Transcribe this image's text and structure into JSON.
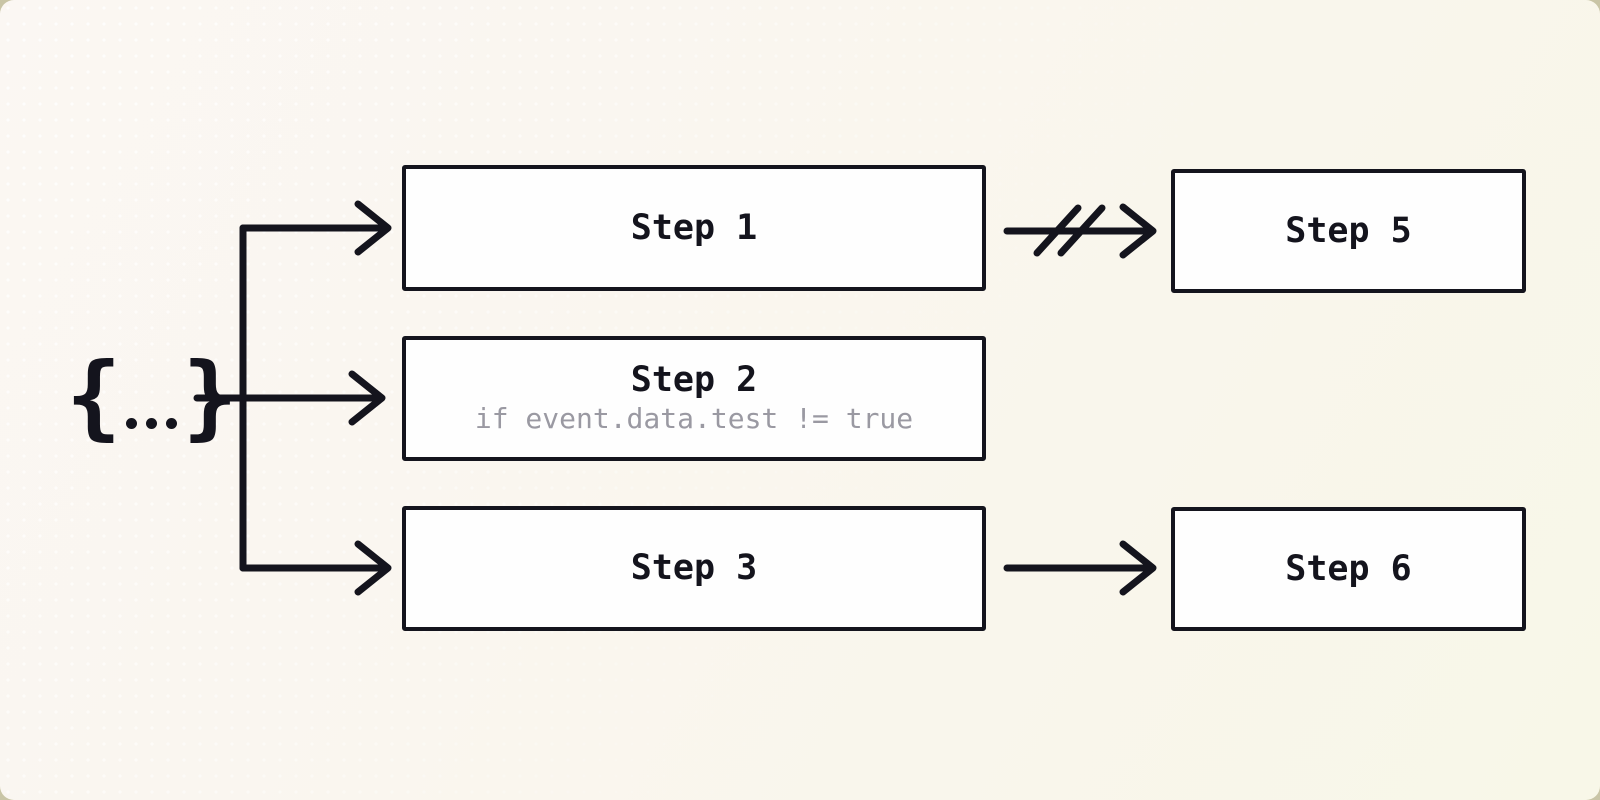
{
  "colors": {
    "ink": "#14141d",
    "node_fill": "#fefefe",
    "subtitle_gray": "#9a99a2",
    "canvas_cream": "#f8f7e8",
    "canvas_highlight": "#fbf7f3",
    "page_behind": "#c9c5a6"
  },
  "trigger": {
    "icon": "braces-ellipsis-icon",
    "left_brace": "{",
    "right_brace": "}"
  },
  "nodes": [
    {
      "id": "step1",
      "title": "Step 1",
      "subtitle": ""
    },
    {
      "id": "step2",
      "title": "Step 2",
      "subtitle": "if event.data.test != true"
    },
    {
      "id": "step3",
      "title": "Step 3",
      "subtitle": ""
    },
    {
      "id": "step5",
      "title": "Step 5",
      "subtitle": ""
    },
    {
      "id": "step6",
      "title": "Step 6",
      "subtitle": ""
    }
  ],
  "edges": [
    {
      "from": "trigger",
      "to": "step1",
      "style": "solid-arrow"
    },
    {
      "from": "trigger",
      "to": "step2",
      "style": "solid-arrow"
    },
    {
      "from": "trigger",
      "to": "step3",
      "style": "solid-arrow"
    },
    {
      "from": "step1",
      "to": "step5",
      "style": "cancelled-arrow-double-slash"
    },
    {
      "from": "step3",
      "to": "step6",
      "style": "solid-arrow"
    }
  ]
}
